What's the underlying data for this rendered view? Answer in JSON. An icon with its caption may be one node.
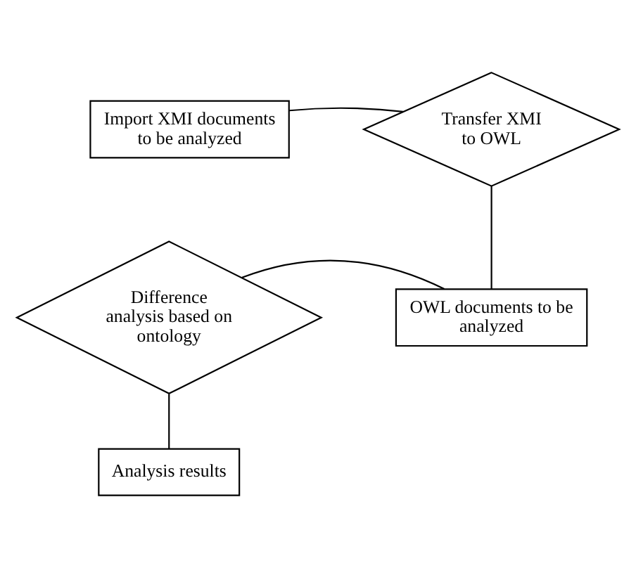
{
  "diagram": {
    "nodes": [
      {
        "text": [
          "Import XMI documents to be analyzed"
        ]
      },
      {
        "text": [
          "Transfer XMI to OWL"
        ]
      },
      {
        "text": [
          "OWL documents to be analyzed"
        ]
      },
      {
        "text": [
          "Difference analysis based on ontology"
        ]
      },
      {
        "text": [
          "Analysis results"
        ]
      }
    ],
    "edges": [
      {
        "from": 0,
        "to": 1,
        "arrow": "none"
      },
      {
        "from": 1,
        "to": 2,
        "arrow": "none"
      },
      {
        "from": 2,
        "to": 3,
        "arrow": "none"
      },
      {
        "from": 3,
        "to": 4,
        "arrow": "none"
      }
    ]
  }
}
